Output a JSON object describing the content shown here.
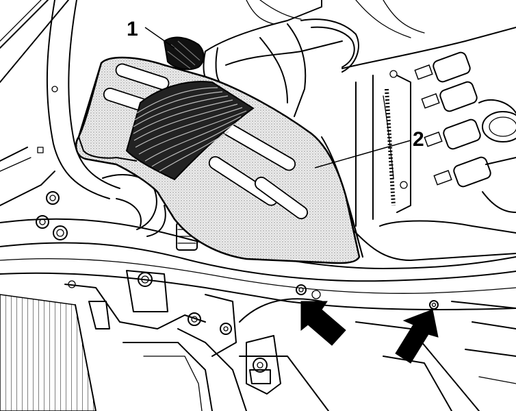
{
  "callouts": [
    {
      "id": "1",
      "label": "1",
      "target": "air-intake-hose"
    },
    {
      "id": "2",
      "label": "2",
      "target": "air-filter-housing-cover"
    }
  ],
  "arrows": [
    {
      "name": "mounting-bolt-arrow-left"
    },
    {
      "name": "mounting-bolt-arrow-right"
    }
  ],
  "colors": {
    "line": "#000000",
    "background": "#ffffff",
    "housing_fill": "#e6e6e6",
    "dark": "#111111"
  }
}
